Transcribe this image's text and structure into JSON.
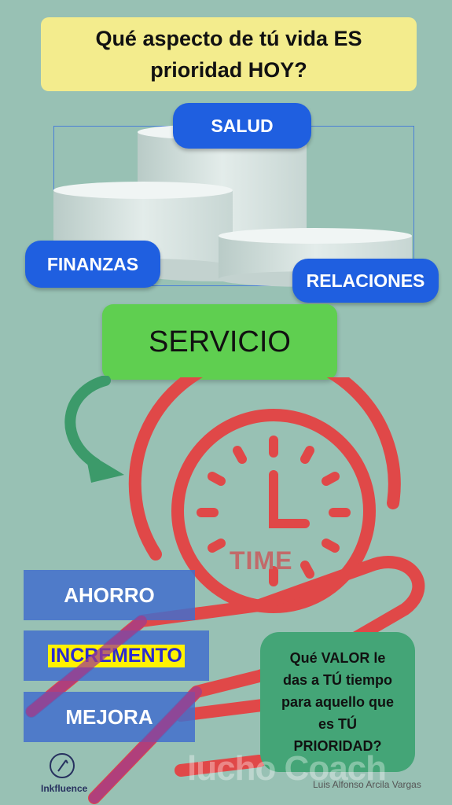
{
  "title": "Qué aspecto de tú vida ES\nprioridad HOY?",
  "podium": {
    "top_label": "SALUD",
    "left_label": "FINANZAS",
    "right_label": "RELACIONES"
  },
  "servicio": "SERVICIO",
  "clock_word": "TIME",
  "bars": [
    "AHORRO",
    "INCREMENTO",
    "MEJORA"
  ],
  "question": "Qué VALOR le\ndas a TÚ tiempo\npara aquello que\nes TÚ\nPRIORIDAD?",
  "logo_name": "Inkfluence",
  "watermark": "lucho Coach",
  "author": "Luis Alfonso Arcila Vargas",
  "colors": {
    "background": "#98c1b4",
    "title_bg": "#f3ec8d",
    "pill_blue": "#1f5fe0",
    "servicio_green": "#5fcf50",
    "clock_red": "#e04848",
    "arrow_green": "#3c9a6a",
    "bar_blue": "#426ecd",
    "highlight": "#fff200",
    "question_bg": "#44a577"
  }
}
